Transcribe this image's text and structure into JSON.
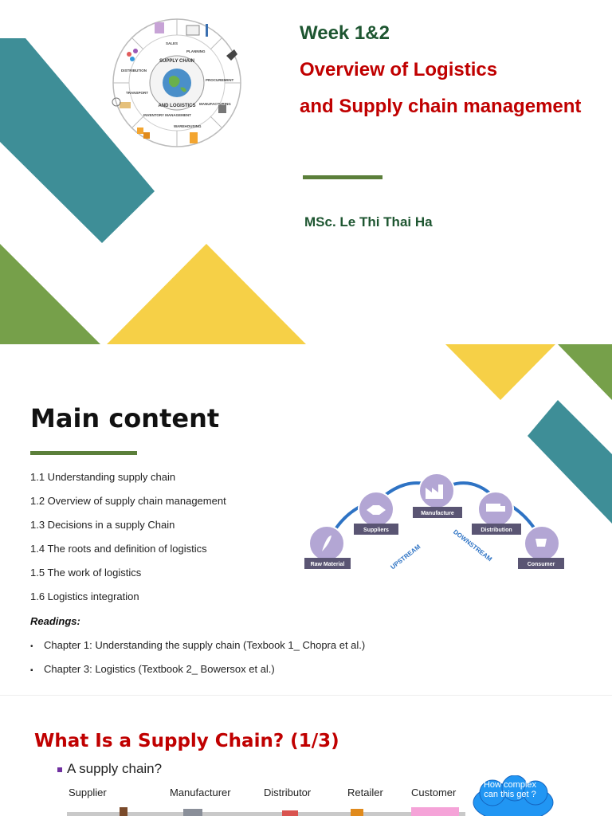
{
  "slide1": {
    "week": "Week 1&2",
    "title_line1": "Overview of Logistics",
    "title_line2": "and Supply chain management",
    "author": "MSc. Le Thi Thai Ha",
    "wheel": {
      "center_top": "SUPPLY CHAIN",
      "center_bottom": "AND LOGISTICS",
      "segments": [
        "SALES",
        "PLANNING",
        "PROCUREMENT",
        "MANUFACTURING",
        "WAREHOUSING",
        "INVENTORY MANAGEMENT",
        "TRANSPORT",
        "DISTRIBUTION"
      ]
    }
  },
  "slide2": {
    "title": "Main content",
    "topics": [
      "1.1 Understanding supply chain",
      "1.2 Overview of supply chain management",
      "1.3 Decisions in a supply Chain",
      "1.4 The roots and definition of logistics",
      "1.5 The work of logistics",
      "1.6 Logistics integration"
    ],
    "readings_label": "Readings:",
    "readings": [
      "Chapter 1: Understanding the supply chain (Texbook 1_ Chopra et al.)",
      "Chapter 3: Logistics (Textbook 2_ Bowersox et al.)"
    ],
    "reading_bullets": [
      "•",
      "▪"
    ],
    "chain": {
      "nodes": [
        "Raw Material",
        "Suppliers",
        "Manufacture",
        "Distribution",
        "Consumer"
      ],
      "upstream": "UPSTREAM",
      "downstream": "DOWNSTREAM"
    }
  },
  "slide3": {
    "title": "What Is a Supply Chain? (1/3)",
    "bullet": "A supply chain?",
    "stages": [
      "Supplier",
      "Manufacturer",
      "Distributor",
      "Retailer",
      "Customer"
    ],
    "cloud_text": "How complex can this get ?"
  },
  "colors": {
    "dark_green": "#1e5631",
    "red": "#c00000",
    "teal": "#3e8e97",
    "olive_green": "#76a04a",
    "yellow": "#f6d047",
    "bar_green": "#5b7f3a"
  }
}
